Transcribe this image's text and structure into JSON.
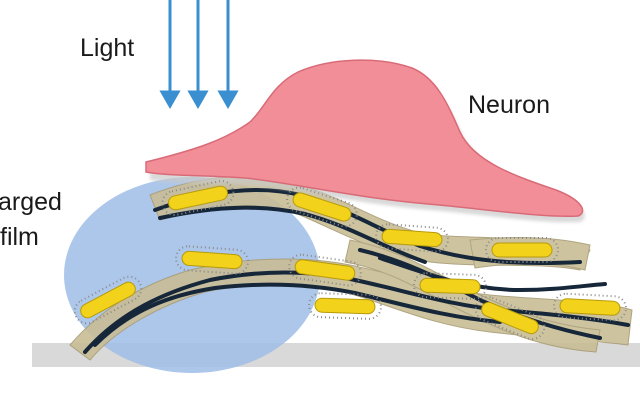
{
  "labels": {
    "light": "Light",
    "neuron": "Neuron",
    "charged_line1": "arged",
    "charged_line2": "film"
  },
  "colors": {
    "light_arrows": "#3a8fd0",
    "neuron": "#f28e97",
    "neuron_shadow": "#c9c9c9",
    "charged_film": "#9fbde6",
    "nanowire_coating": "#c8bd95",
    "nanowire_core": "#17273a",
    "nanorod": "#f3d21c",
    "nanorod_spikes": "#8a8a8a",
    "substrate": "#d9d9d9"
  },
  "icons": {
    "arrows": "down-arrow-icon",
    "rods": "gold-nanorod-icon"
  }
}
